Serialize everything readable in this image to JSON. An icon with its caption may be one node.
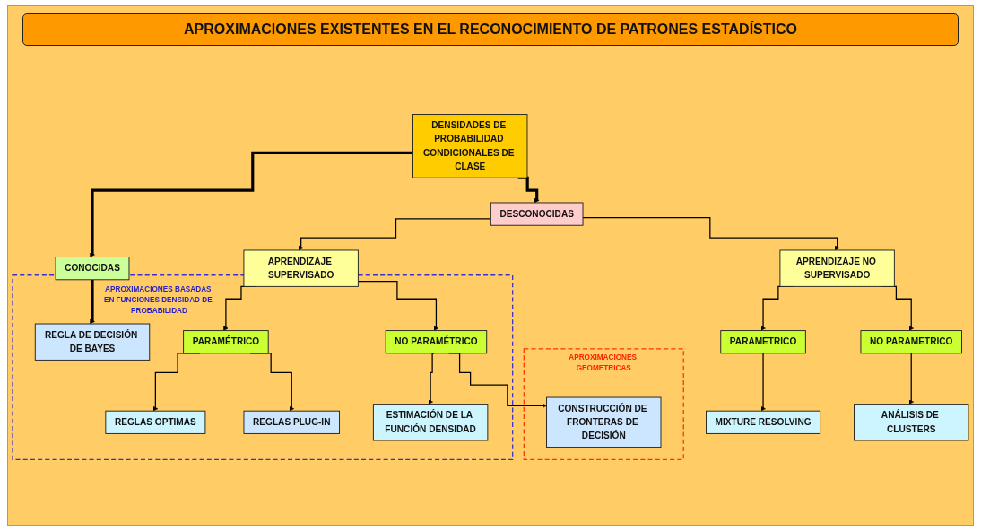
{
  "diagram": {
    "title": "APROXIMACIONES EXISTENTES EN EL RECONOCIMIENTO DE PATRONES ESTADÍSTICO",
    "nodes": [
      {
        "text": [
          "DENSIDADES DE PROBABILIDAD CONDICIONALES DE CLASE"
        ]
      },
      {
        "text": [
          "CONOCIDAS"
        ]
      },
      {
        "text": [
          "DESCONOCIDAS"
        ]
      },
      {
        "text": [
          "APRENDIZAJE SUPERVISADO"
        ]
      },
      {
        "text": [
          "APRENDIZAJE NO SUPERVISADO"
        ]
      },
      {
        "text": [
          "APROXIMACIONES BASADAS EN FUNCIONES DENSIDAD DE PROBABILIDAD"
        ]
      },
      {
        "text": [
          "PARAMÉTRICO"
        ],
        "in": 5
      },
      {
        "text": [
          "NO PARAMÉTRICO"
        ],
        "in": 5
      },
      {
        "text": [
          "PARAMETRICO"
        ]
      },
      {
        "text": [
          "NO PARAMETRICO"
        ]
      },
      {
        "text": [
          "REGLA DE DECISIÓN DE BAYES"
        ],
        "in": 5
      },
      {
        "text": [
          "REGLAS OPTIMAS"
        ],
        "in": 5
      },
      {
        "text": [
          "REGLAS PLUG-IN"
        ],
        "in": 5
      },
      {
        "text": [
          "ESTIMACIÓN DE LA FUNCIÓN DENSIDAD"
        ],
        "in": 5
      },
      {
        "text": [
          "APROXIMACIONES GEOMETRICAS"
        ]
      },
      {
        "text": [
          "CONSTRUCCIÓN DE FRONTERAS DE DECISIÓN"
        ],
        "in": 14
      },
      {
        "text": [
          "MIXTURE RESOLVING"
        ]
      },
      {
        "text": [
          "ANÁLISIS DE CLUSTERS"
        ]
      }
    ],
    "edges": [
      {
        "from": 0,
        "to": 1,
        "arrow": "to",
        "style": "thick"
      },
      {
        "from": 0,
        "to": 2,
        "arrow": "to",
        "style": "thick"
      },
      {
        "from": 1,
        "to": 10,
        "arrow": "to",
        "style": "thick"
      },
      {
        "from": 2,
        "to": 3,
        "arrow": "to"
      },
      {
        "from": 2,
        "to": 4,
        "arrow": "to"
      },
      {
        "from": 3,
        "to": 6,
        "arrow": "to"
      },
      {
        "from": 3,
        "to": 7,
        "arrow": "to"
      },
      {
        "from": 4,
        "to": 8,
        "arrow": "to"
      },
      {
        "from": 4,
        "to": 9,
        "arrow": "to"
      },
      {
        "from": 6,
        "to": 11,
        "arrow": "to"
      },
      {
        "from": 6,
        "to": 12,
        "arrow": "to"
      },
      {
        "from": 7,
        "to": 13,
        "arrow": "to"
      },
      {
        "from": 7,
        "to": 15,
        "arrow": "to"
      },
      {
        "from": 8,
        "to": 16,
        "arrow": "to"
      },
      {
        "from": 9,
        "to": 17,
        "arrow": "to"
      }
    ]
  }
}
